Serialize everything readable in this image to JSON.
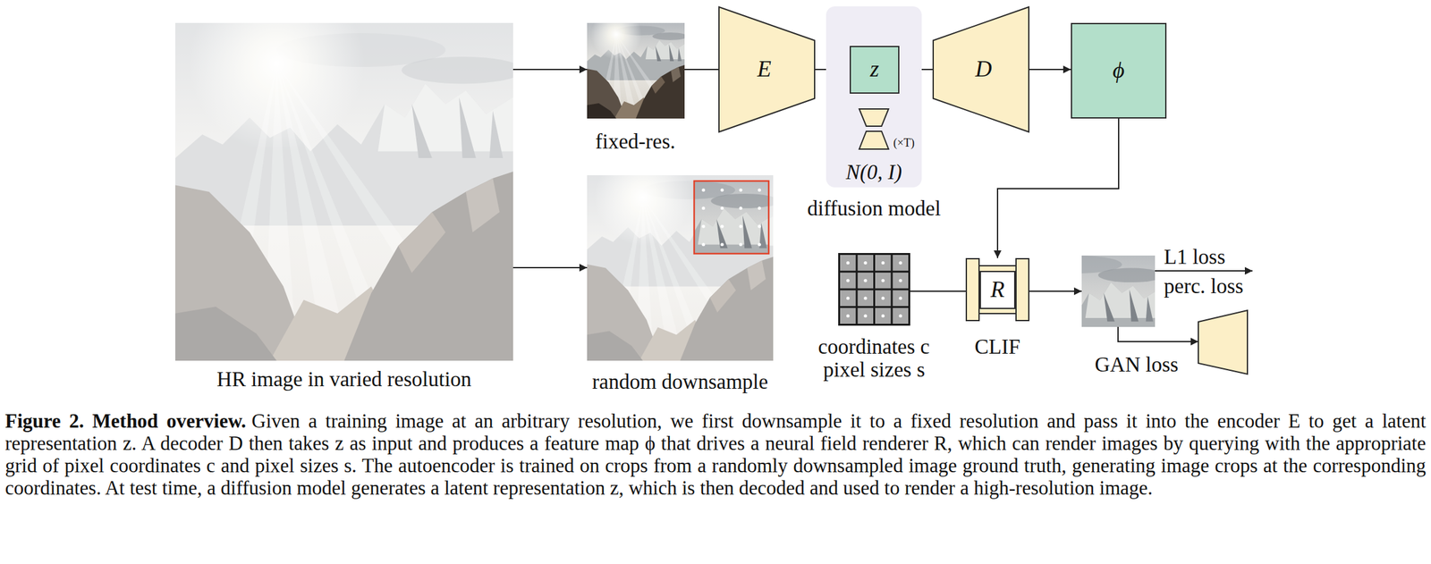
{
  "diagram": {
    "caption": "Given a training image at an arbitrary resolution, we first downsample it to a fixed resolution and pass it into the encoder E to get a latent representation z. A decoder D then takes z as input and produces a feature map ϕ that drives a neural field renderer R, which can render images by querying with the appropriate grid of pixel coordinates c and pixel sizes s. The autoencoder is trained on crops from a randomly downsampled image ground truth, generating image crops at the corresponding coordinates. At test time, a diffusion model generates a latent representation z, which is then decoded and used to render a high-resolution image.",
    "nodes": [
      {
        "text": [
          "HR image in varied resolution"
        ]
      },
      {
        "text": [
          "fixed-res."
        ]
      },
      {
        "text": [
          "E"
        ]
      },
      {
        "text": [
          "N(0, I)",
          "diffusion model"
        ]
      },
      {
        "text": [
          "z"
        ],
        "in": 3
      },
      {
        "text": [
          "(×T)"
        ],
        "in": 3
      },
      {
        "text": [
          "D"
        ]
      },
      {
        "text": [
          "ϕ"
        ]
      },
      {
        "text": [
          "random downsample"
        ]
      },
      {
        "text": [
          "coordinates c",
          "pixel sizes s"
        ]
      },
      {
        "text": [
          "CLIF"
        ]
      },
      {
        "text": [
          "R"
        ],
        "in": 10
      }
    ],
    "edges": [
      {
        "from": 0,
        "to": 1,
        "arrow": "to"
      },
      {
        "from": 0,
        "to": 8,
        "arrow": "to"
      },
      {
        "from": 1,
        "to": 2,
        "arrow": "none"
      },
      {
        "from": 2,
        "to": 4,
        "arrow": "to"
      },
      {
        "from": 4,
        "to": 6,
        "arrow": "none"
      },
      {
        "from": 6,
        "to": 7,
        "arrow": "to"
      },
      {
        "from": 7,
        "to": 10,
        "arrow": "to"
      },
      {
        "from": 9,
        "to": 10,
        "arrow": "none"
      }
    ],
    "labels": [
      "L1 loss",
      "perc. loss",
      "GAN loss",
      "Figure 2. Method overview."
    ]
  }
}
